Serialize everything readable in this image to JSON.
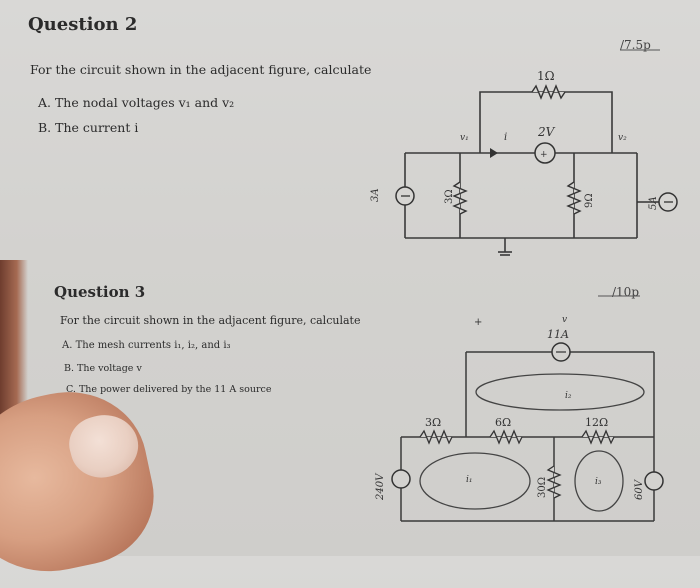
{
  "question2": {
    "title": "Question 2",
    "points": "/7.5p",
    "prompt": "For the circuit shown in the adjacent figure, calculate",
    "item_a": "A.  The nodal voltages v₁ and v₂",
    "item_b": "B.  The current i",
    "circuit": {
      "r_top": "1Ω",
      "v_source": "2V",
      "v_plus": "+",
      "i_source_left": "3A",
      "r_left": "3Ω",
      "r_right": "9Ω",
      "i_source_right": "5A",
      "v1": "v₁",
      "v2": "v₂",
      "i_label": "i"
    }
  },
  "question3": {
    "title": "Question 3",
    "points": "/10p",
    "prompt": "For the circuit shown in the adjacent figure, calculate",
    "item_a": "A.  The mesh currents i₁, i₂, and i₃",
    "item_b": "B.  The voltage v",
    "item_c": "C.  The power delivered by the 11 A source",
    "circuit": {
      "i_source": "11A",
      "v_label": "v",
      "plus": "+",
      "r1": "3Ω",
      "r2": "6Ω",
      "r3": "12Ω",
      "r4": "30Ω",
      "v_left": "240V",
      "v_right": "60V",
      "i1": "i₁",
      "i2": "i₂",
      "i3": "i₃"
    }
  }
}
